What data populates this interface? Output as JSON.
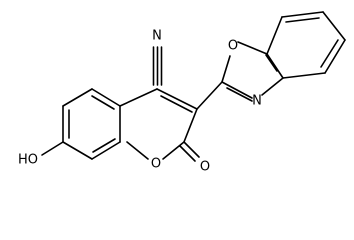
{
  "atoms": {
    "n_nitrile": {
      "label": "N"
    },
    "o_oxazole": {
      "label": "O"
    },
    "n_oxazole": {
      "label": "N"
    },
    "o_ring": {
      "label": "O"
    },
    "o_carbonyl": {
      "label": "O"
    },
    "hydroxyl": {
      "label": "HO"
    }
  }
}
